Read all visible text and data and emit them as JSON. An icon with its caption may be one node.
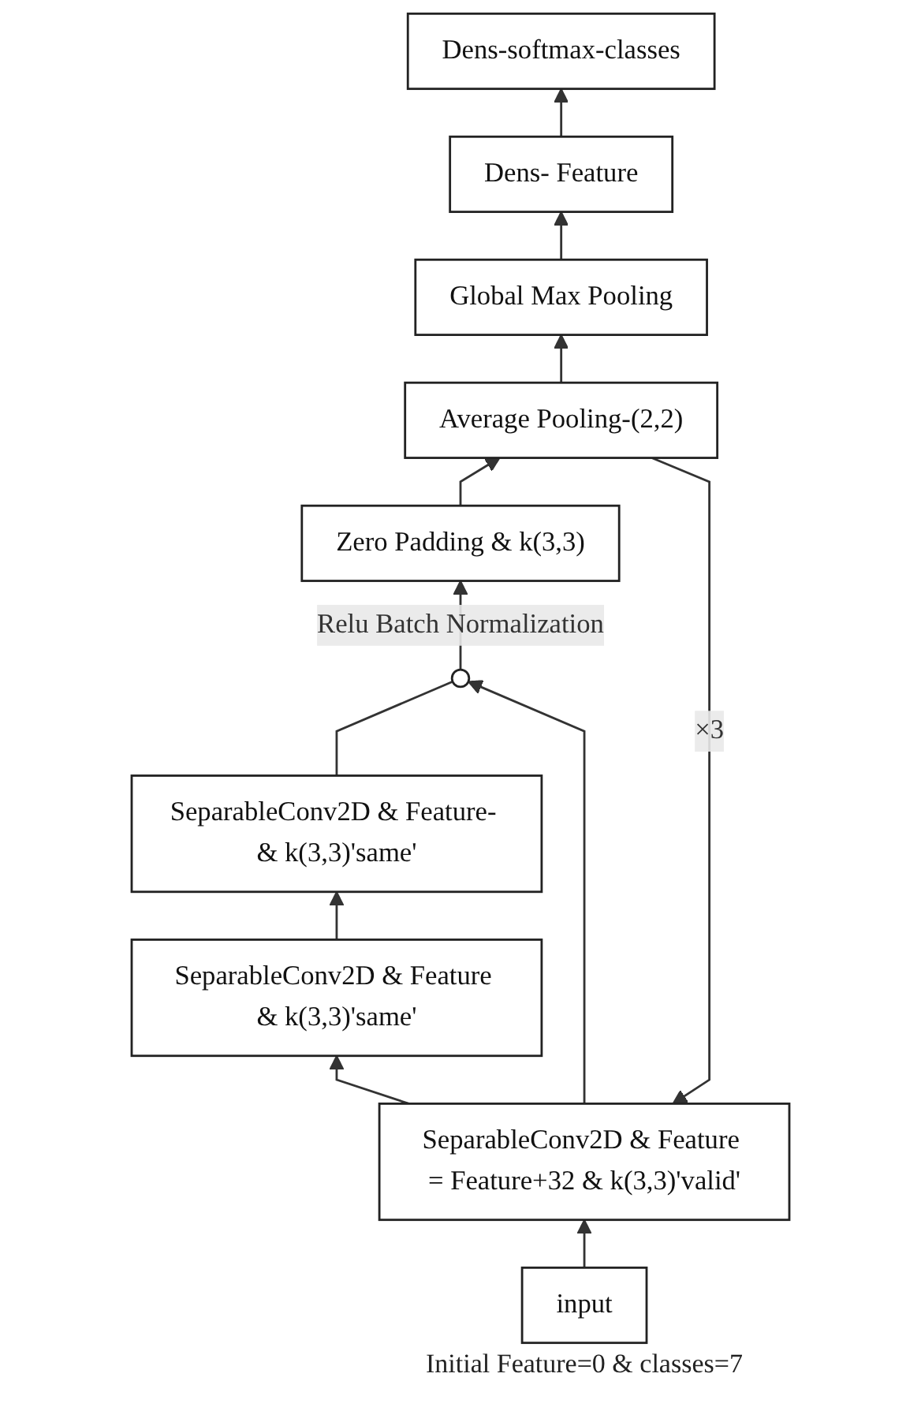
{
  "diagram": {
    "nodes": [
      {
        "text": [
          "Dens-softmax-classes"
        ]
      },
      {
        "text": [
          "Dens- Feature"
        ]
      },
      {
        "text": [
          "Global Max Pooling"
        ]
      },
      {
        "text": [
          "Average Pooling-(2,2)"
        ]
      },
      {
        "text": [
          "Zero Padding & k(3,3)"
        ]
      },
      {
        "text": [],
        "shape": "circle"
      },
      {
        "text": [
          "SeparableConv2D & Feature- & k(3,3)'same'"
        ]
      },
      {
        "text": [
          "SeparableConv2D & Feature & k(3,3)'same'"
        ]
      },
      {
        "text": [
          "SeparableConv2D & Feature = Feature+32 & k(3,3)'valid'"
        ]
      },
      {
        "text": [
          "input"
        ],
        "beside": [
          "Initial Feature=0 & classes=7"
        ]
      }
    ],
    "edges": [
      {
        "from": 9,
        "to": 8,
        "arrow": "to"
      },
      {
        "from": 8,
        "to": 7,
        "arrow": "to"
      },
      {
        "from": 7,
        "to": 6,
        "arrow": "to"
      },
      {
        "from": 6,
        "to": 5,
        "arrow": "none"
      },
      {
        "from": 8,
        "to": 5,
        "arrow": "to"
      },
      {
        "from": 5,
        "to": 4,
        "arrow": "to",
        "label": "Relu Batch Normalization"
      },
      {
        "from": 4,
        "to": 3,
        "arrow": "to"
      },
      {
        "from": 3,
        "to": 2,
        "arrow": "to"
      },
      {
        "from": 2,
        "to": 1,
        "arrow": "to"
      },
      {
        "from": 1,
        "to": 0,
        "arrow": "to"
      },
      {
        "from": 3,
        "to": 8,
        "arrow": "to",
        "label": "×3"
      }
    ]
  }
}
